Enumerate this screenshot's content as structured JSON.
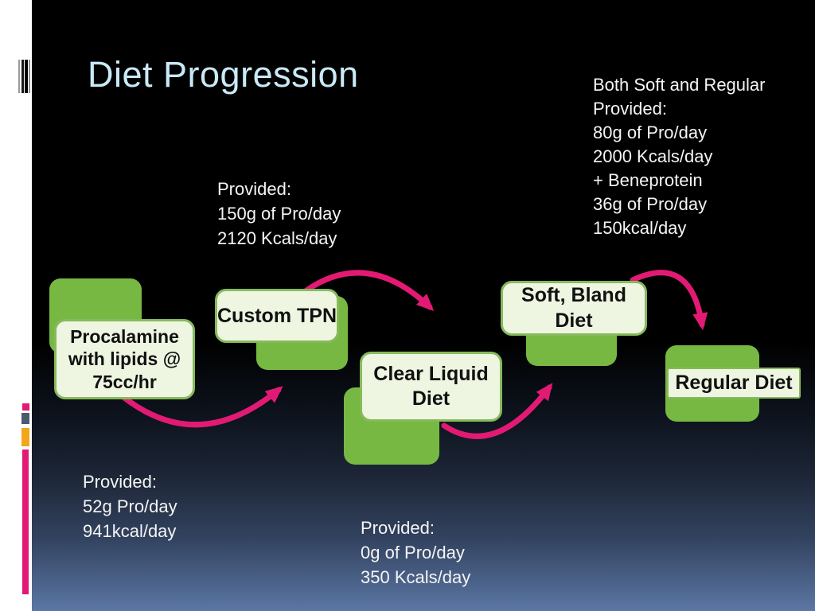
{
  "slide": {
    "title": "Diet Progression",
    "nodes": {
      "procalamine": {
        "label": "Procalamine with lipids @ 75cc/hr"
      },
      "custom_tpn": {
        "label": "Custom TPN"
      },
      "clear_liquid": {
        "label": "Clear Liquid Diet"
      },
      "soft_bland": {
        "label": "Soft, Bland Diet"
      },
      "regular": {
        "label": "Regular Diet"
      }
    },
    "annotations": {
      "custom_tpn_provided": {
        "lines": [
          "Provided:",
          "150g of Pro/day",
          "2120 Kcals/day"
        ]
      },
      "soft_regular_provided": {
        "lines": [
          "Both Soft and Regular",
          "Provided:",
          "80g of Pro/day",
          "2000 Kcals/day",
          "+ Beneprotein",
          "36g of Pro/day",
          "150kcal/day"
        ]
      },
      "procalamine_provided": {
        "lines": [
          "Provided:",
          "52g Pro/day",
          "941kcal/day"
        ]
      },
      "clear_liquid_provided": {
        "lines": [
          "Provided:",
          "0g of Pro/day",
          "350 Kcals/day"
        ]
      }
    },
    "colors": {
      "accent_pink": "#e31a74",
      "node_green": "#77b843",
      "node_light_fill": "#eef6e2",
      "node_border": "#86ba5b",
      "title_blue": "#c9e9f6",
      "gradient_bottom": "#5b77a4",
      "strip_orange": "#f2a71b",
      "strip_slate": "#4c5b6d"
    },
    "icons": {
      "left_strip_marks": [
        "barcode-mark",
        "pink-square-mark",
        "slate-square-mark",
        "orange-rect-mark",
        "pink-bar-mark"
      ]
    }
  }
}
